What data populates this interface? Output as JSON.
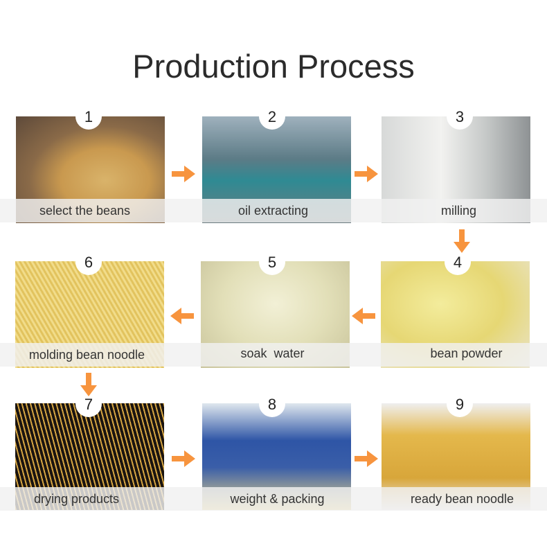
{
  "title": "Production Process",
  "accent": "#f7943e",
  "steps": [
    {
      "number": "1",
      "label": "select the beans"
    },
    {
      "number": "2",
      "label": "oil extracting"
    },
    {
      "number": "3",
      "label": "milling"
    },
    {
      "number": "4",
      "label": "bean powder"
    },
    {
      "number": "5",
      "label": "soak  water"
    },
    {
      "number": "6",
      "label": "molding bean noodle"
    },
    {
      "number": "7",
      "label": "drying products"
    },
    {
      "number": "8",
      "label": "weight & packing"
    },
    {
      "number": "9",
      "label": "ready bean noodle"
    }
  ]
}
